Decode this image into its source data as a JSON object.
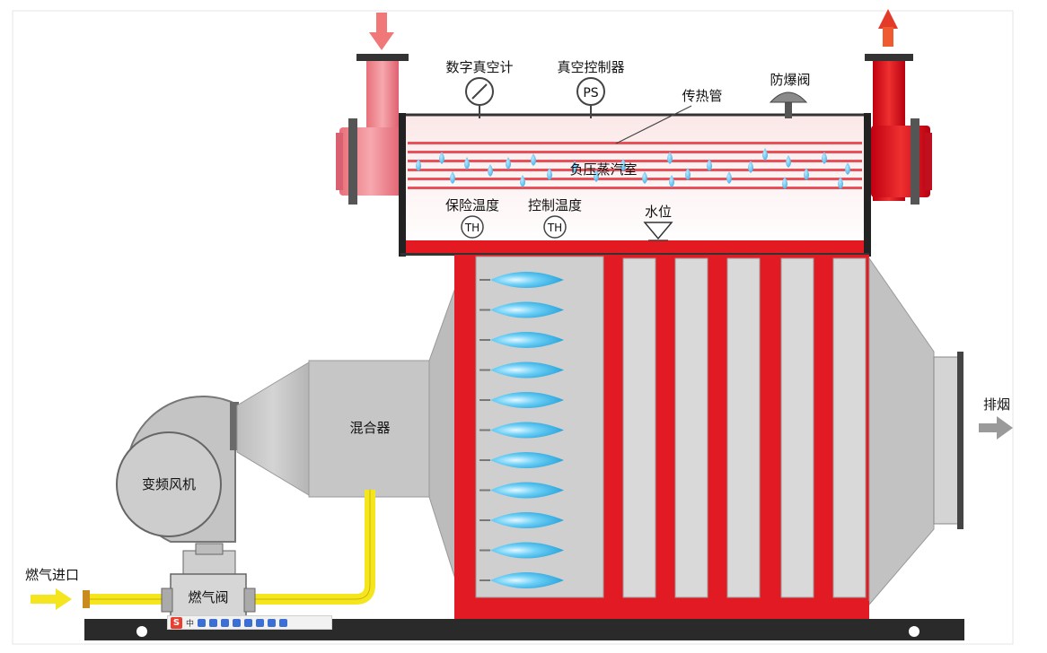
{
  "labels": {
    "vacuum_gauge": "数字真空计",
    "vacuum_controller": "真空控制器",
    "ps_symbol": "PS",
    "heat_pipe": "传热管",
    "explosion_valve": "防爆阀",
    "steam_chamber": "负压蒸汽室",
    "safety_temp": "保险温度",
    "control_temp": "控制温度",
    "th_symbol": "TH",
    "water_level": "水位",
    "mixer": "混合器",
    "fan": "变频风机",
    "gas_valve": "燃气阀",
    "gas_inlet": "燃气进口",
    "exhaust": "排烟"
  },
  "toolbar": {
    "logo": "S",
    "lang": "中"
  },
  "colors": {
    "hot_red": "#e01020",
    "light_red": "#f08080",
    "steel_gray": "#c8c8c8",
    "dark_gray": "#8a8a8a",
    "flame_blue": "#3cb4ec",
    "gas_yellow": "#f5e51e",
    "base_dark": "#2a2a2a"
  }
}
